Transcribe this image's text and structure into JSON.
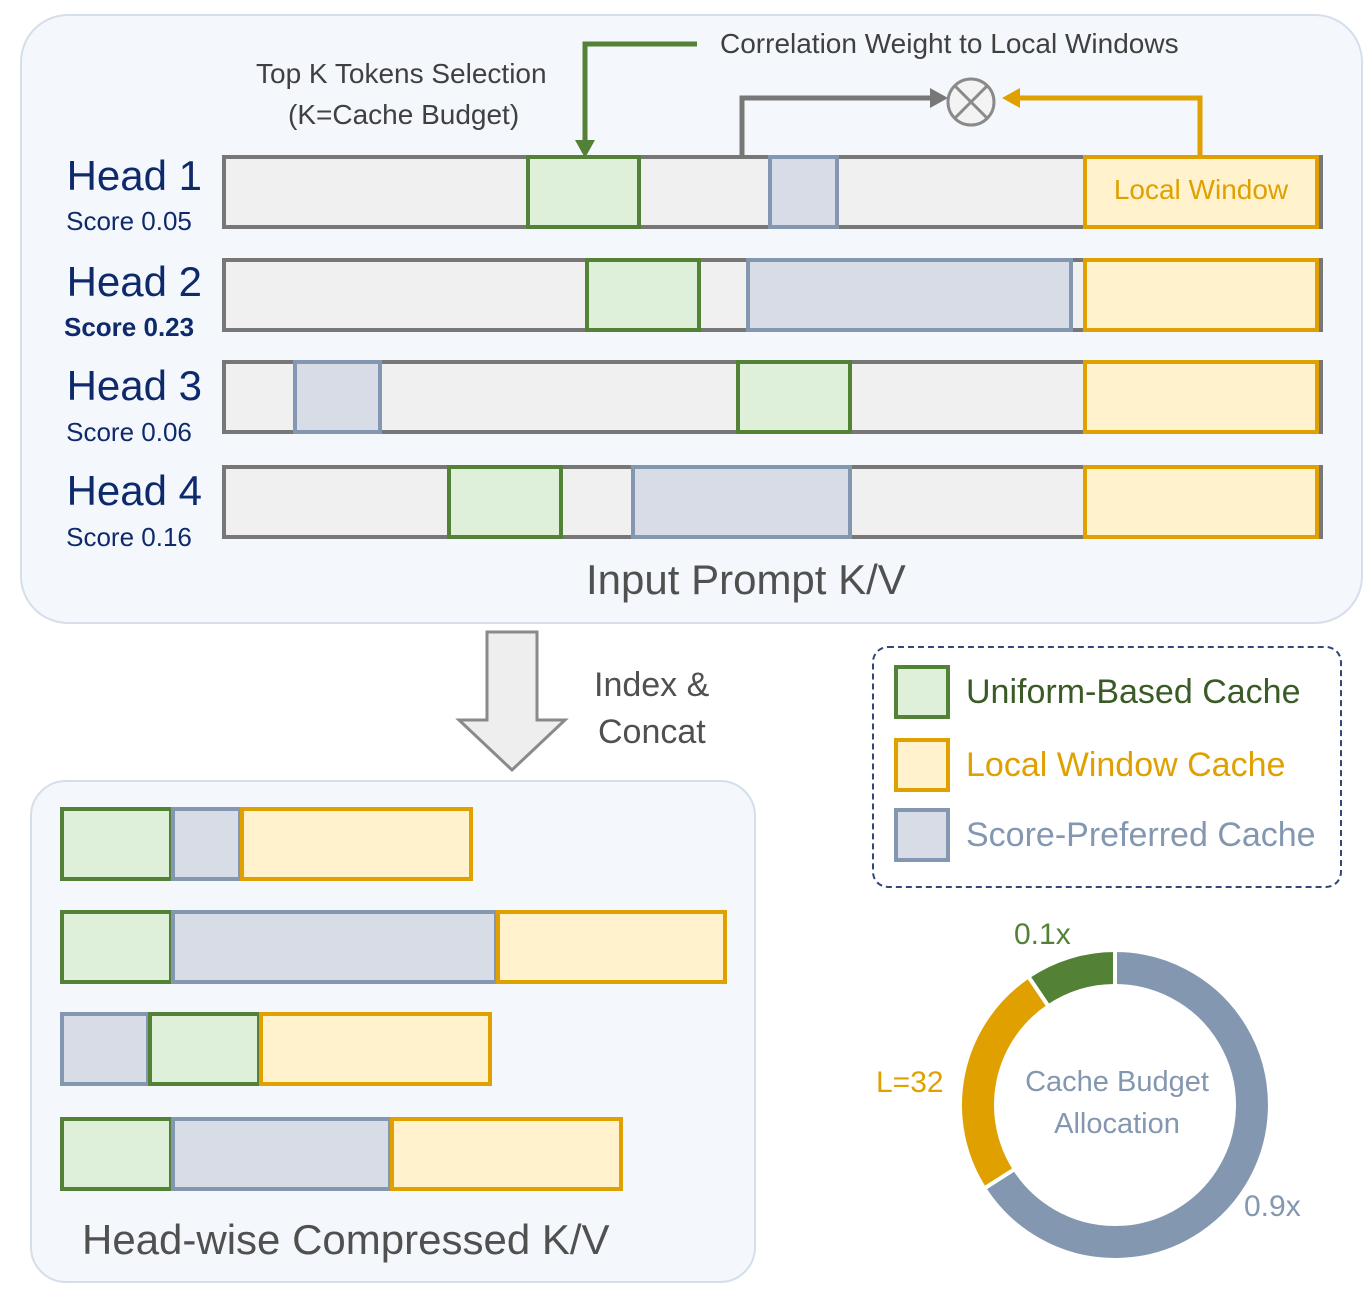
{
  "top": {
    "correlation_label": "Correlation Weight to Local Windows",
    "topk_line1": "Top K Tokens Selection",
    "topk_line2": "(K=Cache Budget)",
    "local_window_label": "Local Window",
    "panel_title": "Input Prompt K/V"
  },
  "heads": [
    {
      "name": "Head 1",
      "score": "Score 0.05"
    },
    {
      "name": "Head 2",
      "score": "Score 0.23"
    },
    {
      "name": "Head 3",
      "score": "Score 0.06"
    },
    {
      "name": "Head 4",
      "score": "Score 0.16"
    }
  ],
  "arrow": {
    "line1": "Index &",
    "line2": "Concat"
  },
  "bottom": {
    "panel_title": "Head-wise Compressed K/V"
  },
  "legend": {
    "uniform": "Uniform-Based Cache",
    "local": "Local Window Cache",
    "score": "Score-Preferred Cache"
  },
  "donut": {
    "center_line1": "Cache Budget",
    "center_line2": "Allocation",
    "label_uniform": "0.1x",
    "label_local": "L=32",
    "label_score": "0.9x"
  },
  "colors": {
    "uniform_fill": "#dff0da",
    "uniform_border": "#538135",
    "local_fill": "#fff2cc",
    "local_border": "#e0a000",
    "score_fill": "#d7dce6",
    "score_border": "#8497b0",
    "head_text": "#0e2a6b"
  }
}
